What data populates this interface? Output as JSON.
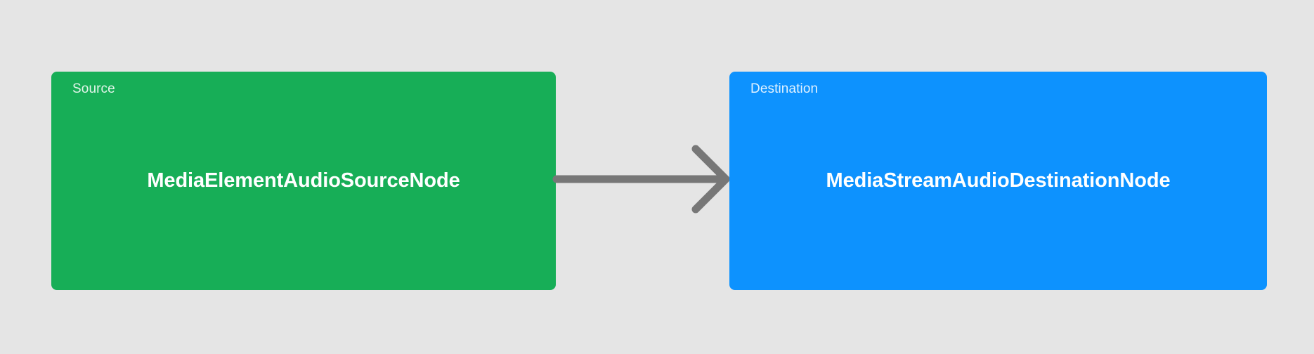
{
  "diagram": {
    "background_color": "#e5e5e5",
    "nodes": [
      {
        "id": "source",
        "kind_label": "Source",
        "title": "MediaElementAudioSourceNode",
        "color": "#17ae57",
        "text_color": "#ffffff"
      },
      {
        "id": "destination",
        "kind_label": "Destination",
        "title": "MediaStreamAudioDestinationNode",
        "color": "#0d92fe",
        "text_color": "#ffffff"
      }
    ],
    "edges": [
      {
        "id": "source-to-destination",
        "from": "source",
        "to": "destination",
        "label": "",
        "color": "#777777",
        "arrow_head": "chevron"
      }
    ]
  }
}
